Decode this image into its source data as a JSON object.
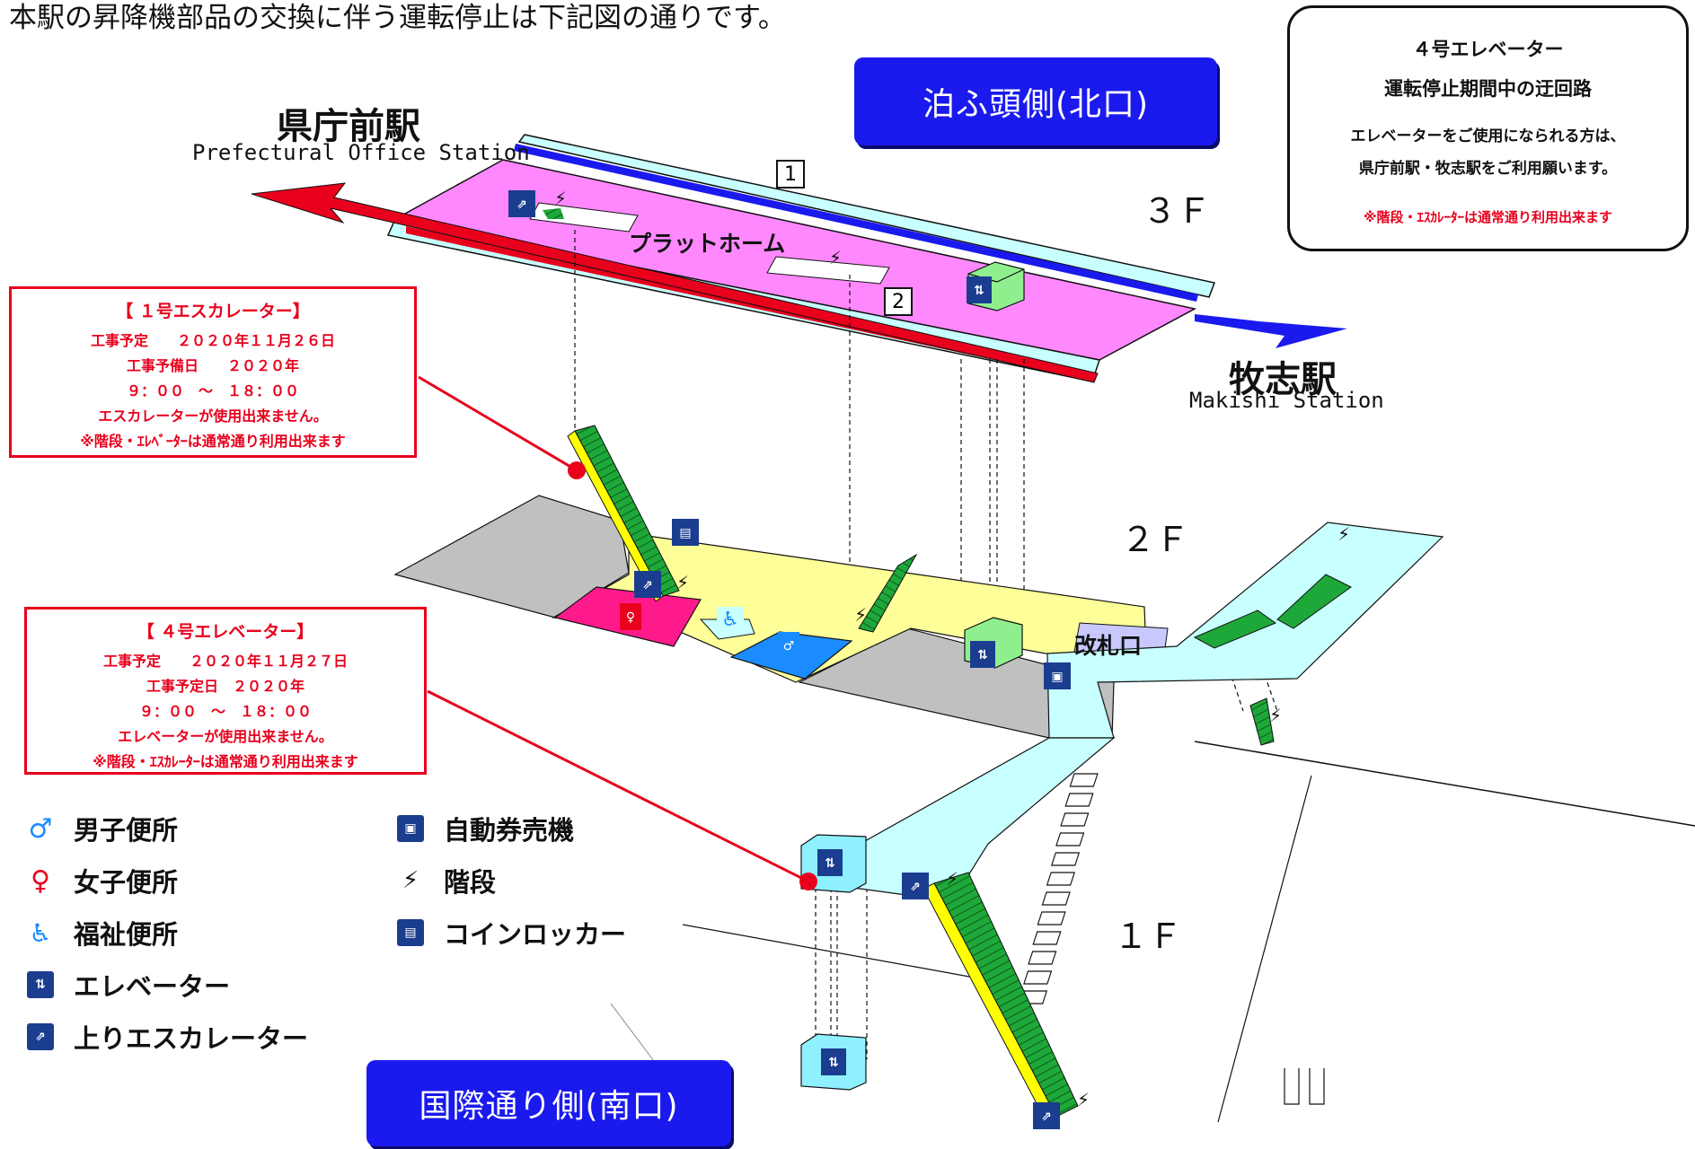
{
  "header": {
    "notice": "本駅の昇降機部品の交換に伴う運転停止は下記図の通りです。"
  },
  "exits": {
    "north": "泊ふ頭側(北口)",
    "south": "国際通り側(南口)"
  },
  "detour": {
    "title": "４号エレベーター",
    "subtitle": "運転停止期間中の迂回路",
    "line1": "エレベーターをご使用になられる方は、",
    "line2": "県庁前駅・牧志駅をご利用願います。",
    "note": "※階段・ｴｽｶﾚｰﾀｰは通常通り利用出来ます"
  },
  "escalator_notice": {
    "title": "【 １号エスカレーター】",
    "schedule": "工事予定　　２０２０年１１月２６日",
    "reserve": "工事予備日　　２０２０年",
    "hours": "９：００　～　１８：００",
    "status": "エスカレーターが使用出来ません。",
    "note": "※階段・ｴﾚﾍﾞｰﾀｰは通常通り利用出来ます"
  },
  "elevator_notice": {
    "title": "【 ４号エレベーター】",
    "schedule": "工事予定　　２０２０年１１月２７日",
    "reserve": "工事予定日　２０２０年",
    "hours": "９：００　～　１８：００",
    "status": "エレベーターが使用出来ません。",
    "note": "※階段・ｴｽｶﾚｰﾀｰは通常通り利用出来ます"
  },
  "stations": {
    "west_jp": "県庁前駅",
    "west_en": "Prefectural Office Station",
    "east_jp": "牧志駅",
    "east_en": "Makishi Station"
  },
  "floors": {
    "f3": "３Ｆ",
    "f2": "２Ｆ",
    "f1": "１Ｆ"
  },
  "labels": {
    "platform": "プラットホーム",
    "gate": "改札口",
    "track1": "1",
    "track2": "2"
  },
  "legend": {
    "mens": "男子便所",
    "womens": "女子便所",
    "accessible": "福祉便所",
    "elevator": "エレベーター",
    "escalator_up": "上りエスカレーター",
    "ticket": "自動券売機",
    "stairs": "階段",
    "locker": "コインロッカー"
  },
  "colors": {
    "exit_button": "#1a1aee",
    "notice_red": "#e8001c",
    "platform": "#ff88ff",
    "concourse": "#ffff99",
    "walkway": "#c8ffff",
    "escalator": "#1fa83a",
    "gray_area": "#c0c0c0"
  },
  "icons": [
    "mens-toilet-icon",
    "womens-toilet-icon",
    "accessible-toilet-icon",
    "elevator-icon",
    "escalator-up-icon",
    "ticket-machine-icon",
    "stairs-icon",
    "coin-locker-icon"
  ]
}
